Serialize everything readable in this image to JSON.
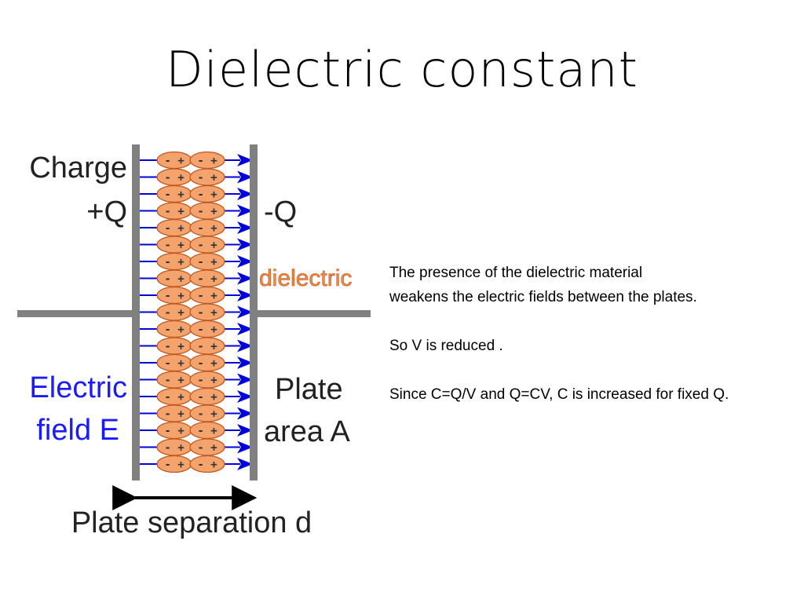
{
  "slide": {
    "title": "Dielectric constant"
  },
  "diagram": {
    "charge_label": "Charge",
    "plus_q": "+Q",
    "minus_q": "-Q",
    "dielectric_label": "dielectric",
    "field_label_line1": "Electric",
    "field_label_line2": "field E",
    "area_label_line1": "Plate",
    "area_label_line2": "area A",
    "separation_label": "Plate separation d",
    "dipole_text": "- +",
    "colors": {
      "plate": "#808080",
      "field": "#0000dd",
      "dipole_fill": "#f4a36c",
      "dipole_stroke": "#c0561c",
      "dielectric_text": "#ee8844",
      "field_text": "#1a1aff"
    }
  },
  "text": {
    "line1": "The presence of the dielectric material",
    "line2": "weakens the electric fields between the plates.",
    "line3": "So V is reduced .",
    "line4": "Since C=Q/V and Q=CV, C is increased for fixed Q."
  }
}
